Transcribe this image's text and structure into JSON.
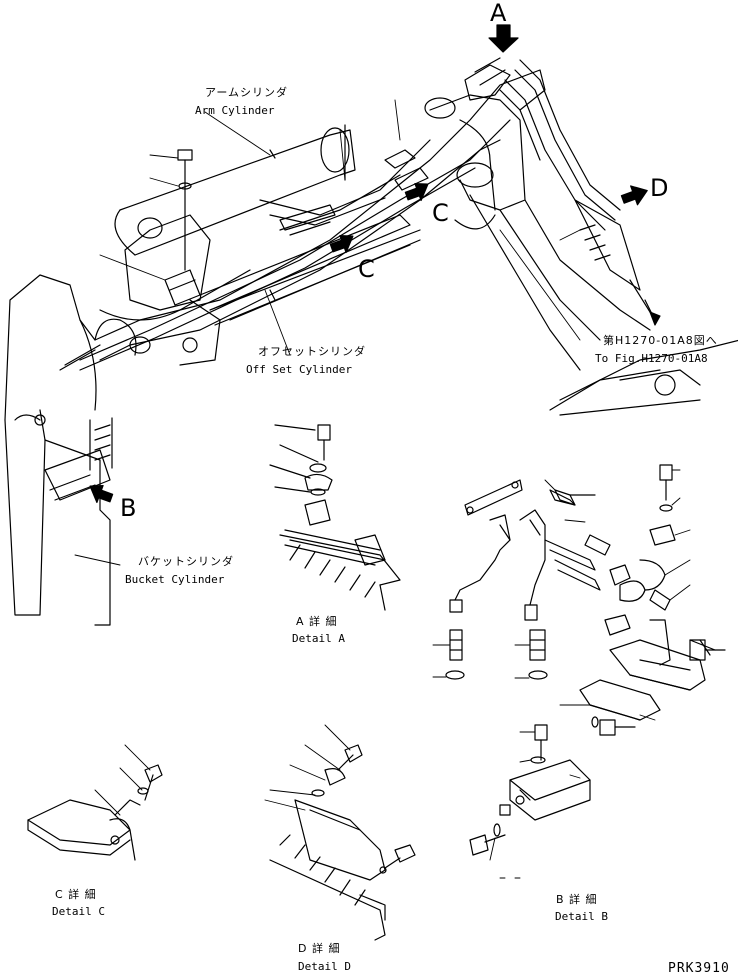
{
  "callouts": {
    "a": "A",
    "b": "B",
    "c1": "C",
    "c2": "C",
    "d": "D"
  },
  "labels": {
    "arm_cylinder_jp": "アームシリンダ",
    "arm_cylinder_en": "Arm Cylinder",
    "offset_cylinder_jp": "オフセットシリンダ",
    "offset_cylinder_en": "Off Set Cylinder",
    "bucket_cylinder_jp": "バケットシリンダ",
    "bucket_cylinder_en": "Bucket Cylinder",
    "ref_jp": "第H1270-01A8図へ",
    "ref_en": "To Fig.H1270-01A8"
  },
  "details": {
    "a_jp": "A 詳 細",
    "a_en": "Detail A",
    "b_jp": "B 詳 細",
    "b_en": "Detail B",
    "c_jp": "C 詳 細",
    "c_en": "Detail C",
    "d_jp": "D 詳 細",
    "d_en": "Detail D"
  },
  "drawing_code": "PRK3910",
  "colors": {
    "ink": "#000000",
    "paper": "#ffffff"
  }
}
